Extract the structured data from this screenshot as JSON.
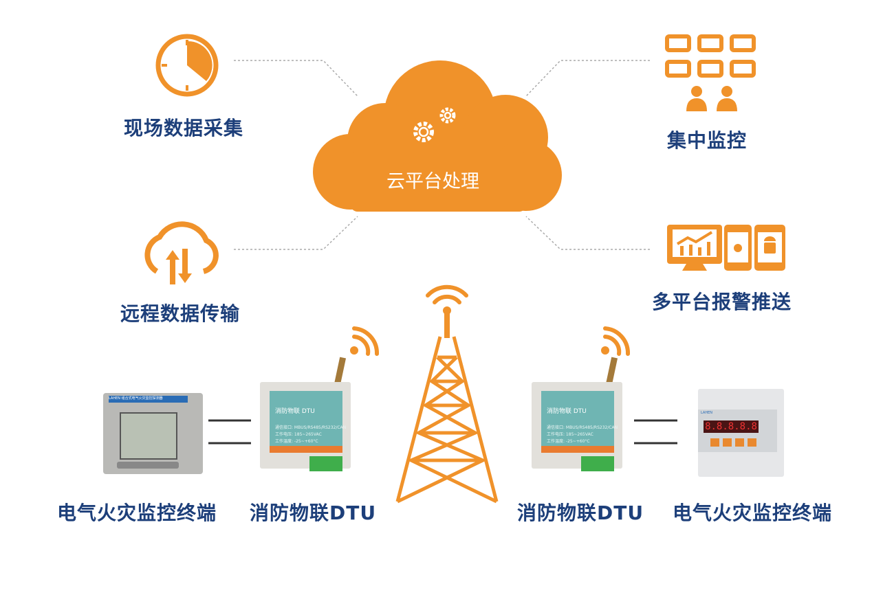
{
  "colors": {
    "orange": "#f0922a",
    "label_blue": "#1d3f7a",
    "dtu_face": "#6fb5b3"
  },
  "cloud": {
    "label": "云平台处理",
    "icon": "gears-icon"
  },
  "features": [
    {
      "label": "现场数据采集",
      "icon": "clock-icon"
    },
    {
      "label": "集中监控",
      "icon": "monitoring-grid-icon"
    },
    {
      "label": "远程数据传输",
      "icon": "cloud-transfer-icon"
    },
    {
      "label": "多平台报警推送",
      "icon": "multi-device-icon"
    }
  ],
  "devices": {
    "left_terminal": {
      "label": "电气火灾监控终端",
      "brand": "LAHEN",
      "model": "组合式电气火灾监控探测器"
    },
    "left_dtu": {
      "label": "消防物联DTU",
      "face_title": "消防物联 DTU",
      "specs": [
        "通信接口: MBUS/RS485/RS232/CAN",
        "工作电压: 185~265VAC",
        "工作温度: -25~+60°C"
      ]
    },
    "right_dtu": {
      "label": "消防物联DTU",
      "face_title": "消防物联 DTU",
      "specs": [
        "通信接口: MBUS/RS485/RS232/CAN",
        "工作电压: 185~265VAC",
        "工作温度: -25~+60°C"
      ]
    },
    "right_terminal": {
      "label": "电气火灾监控终端",
      "brand": "LAHEN",
      "display": "8.8.8.8.8"
    }
  }
}
